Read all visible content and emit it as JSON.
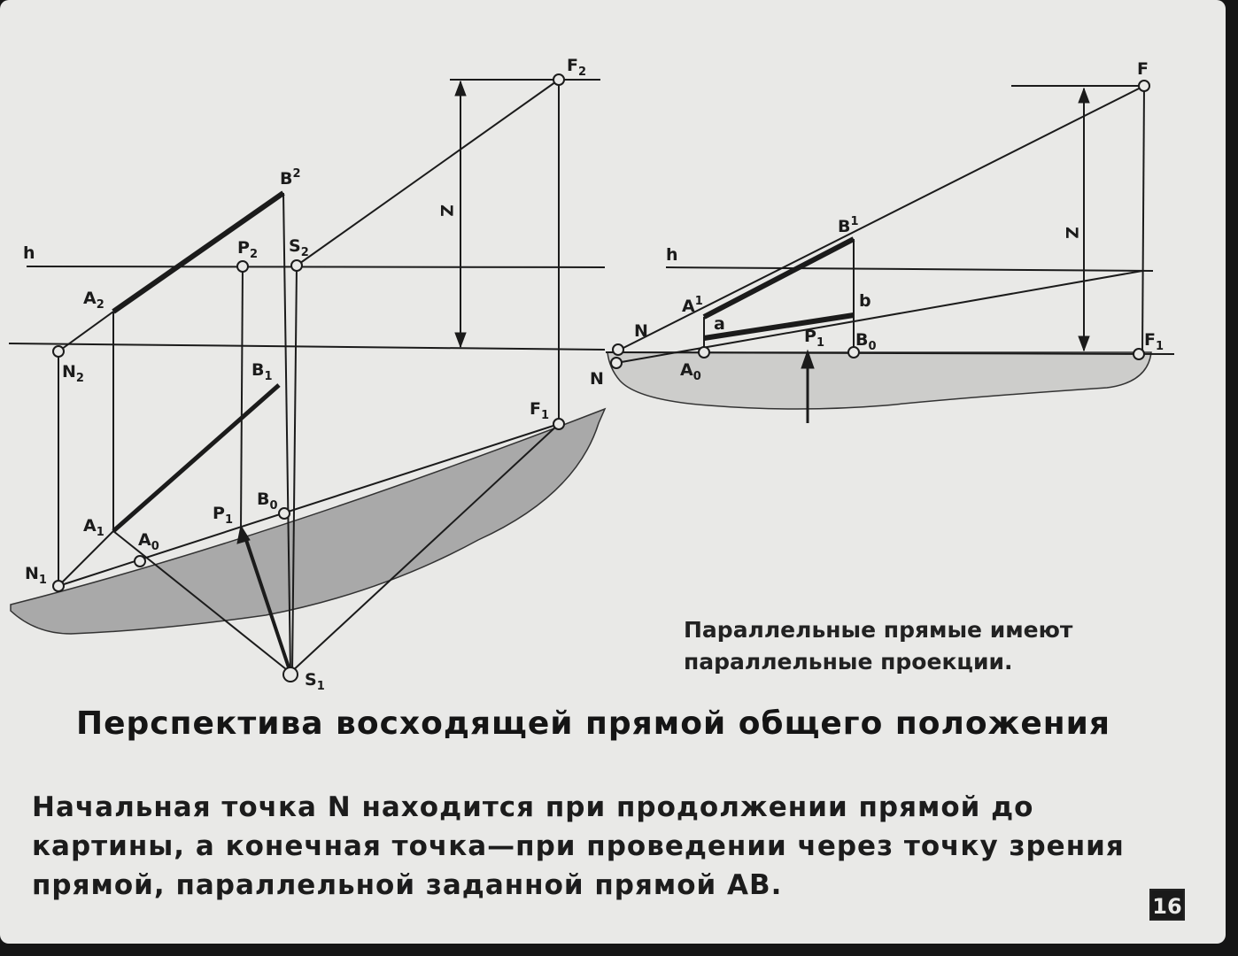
{
  "diagram": {
    "labels": {
      "F2": "F",
      "F2_sub": "2",
      "B2": "B",
      "B2_sup": "2",
      "Z_left": "Z",
      "h_left": "h",
      "P2": "P",
      "P2_sub": "2",
      "S2": "S",
      "S2_sub": "2",
      "A2": "A",
      "A2_sub": "2",
      "N2": "N",
      "N2_sub": "2",
      "B1": "B",
      "B1_sub": "1",
      "F1_left": "F",
      "F1_left_sub": "1",
      "A1": "A",
      "A1_sub": "1",
      "A0_left": "A",
      "A0_left_sub": "0",
      "P1_left": "P",
      "P1_left_sub": "1",
      "B0_left": "B",
      "B0_left_sub": "0",
      "N1": "N",
      "N1_sub": "1",
      "S1": "S",
      "S1_sub": "1",
      "F_right": "F",
      "B1_right": "B",
      "B1_right_sup": "1",
      "Z_right": "Z",
      "h_right": "h",
      "b": "b",
      "A1_right": "A",
      "A1_right_sup": "1",
      "a": "a",
      "N_right": "N",
      "N_prime": "N",
      "P1_right": "P",
      "P1_right_sub": "1",
      "B0_right": "B",
      "B0_right_sub": "0",
      "A0_right": "A",
      "A0_right_sub": "0",
      "F1_right": "F",
      "F1_right_sub": "1"
    }
  },
  "caption": "Параллельные прямые имеют параллельные проекции.",
  "title": "Перспектива восходящей прямой общего положения",
  "body": "Начальная точка N находится при продолжении прямой до картины, а конечная точка—при проведении через точку зрения прямой, параллельной заданной прямой АВ.",
  "page_number": "16",
  "colors": {
    "background": "#e9e9e7",
    "ink": "#1b1b1b",
    "ground_plane": "#a9a9a9",
    "ground_plane_right": "#cdcdcb"
  }
}
